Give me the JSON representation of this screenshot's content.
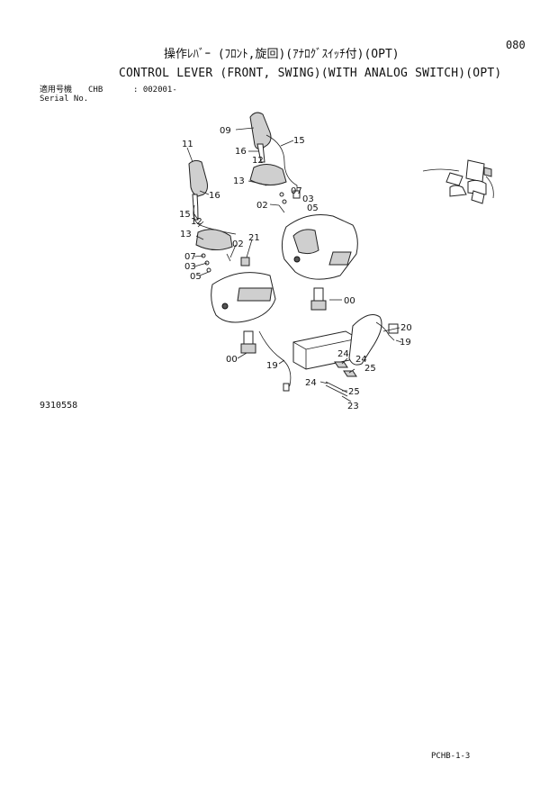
{
  "header": {
    "page_number": "080",
    "title_jp": "操作ﾚﾊﾞｰ (ﾌﾛﾝﾄ,旋回)(ｱﾅﾛｸﾞｽｲｯﾁ付)(OPT)",
    "title_en": "CONTROL LEVER (FRONT, SWING)(WITH ANALOG SWITCH)(OPT)"
  },
  "serial": {
    "label_jp": "適用号機",
    "label_en": "Serial No.",
    "model": "CHB",
    "range": ": 002001-"
  },
  "drawing_number": "9310558",
  "page_code": "PCHB-1-3",
  "callouts": {
    "c09": "09",
    "c15a": "15",
    "c16a": "16",
    "c12a": "12",
    "c13a": "13",
    "c07a": "07",
    "c02a": "02",
    "c03a": "03",
    "c05a": "05",
    "c11": "11",
    "c16b": "16",
    "c15b": "15",
    "c12b": "12",
    "c13b": "13",
    "c07b": "07",
    "c03b": "03",
    "c05b": "05",
    "c02b": "02",
    "c21": "21",
    "c00a": "00",
    "c00b": "00",
    "c20": "20",
    "c19a": "19",
    "c19b": "19",
    "c24a": "24",
    "c24b": "24",
    "c25a": "25",
    "c25b": "25",
    "c23": "23"
  }
}
